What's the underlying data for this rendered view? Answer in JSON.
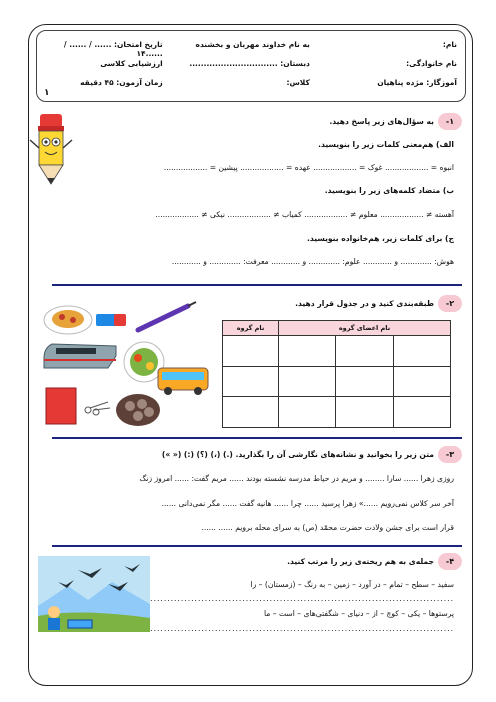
{
  "header": {
    "name_label": "نام:",
    "basmala": "به نام خداوند مهربان و بخشنده",
    "exam_date": "تاریخ امتحان: ...... / ...... / ......۱۴",
    "family_label": "نام خانوادگی:",
    "school_label": "دبستان: ...............................",
    "eval_type": "ارزشیابی کلاسی",
    "teacher": "آموزگار: مژده پناهیان",
    "class_label": "کلاس:",
    "duration": "زمان آزمون: ۴۵ دقیقه",
    "page_number": "۱"
  },
  "q1": {
    "number": "۱-",
    "title": "به سؤال‌های زیر پاسخ دهید.",
    "part_a_title": "الف) هم‌معنی کلمات زیر را بنویسید.",
    "part_a_line": "انبوه = ..................    غوک = ..................    عهده = ..................    پیشین = ..................",
    "part_b_title": "ب) متضاد کلمه‌های زیر را بنویسید.",
    "part_b_line": "آهسته ≠ ..................  معلوم ≠ ..................  کمیاب ≠ ..................  نیکی ≠ ..................",
    "part_c_title": "ج) برای کلمات زیر، هم‌خانواده بنویسید.",
    "part_c_line": "هوش: ............. و ............      علوم: ............. و ............      معرفت: ............. و ............"
  },
  "q2": {
    "number": "۲-",
    "title": "طبقه‌بندی کنید و در جدول قرار دهید.",
    "col_group_name": "نام گروه",
    "col_group_members": "نام اعضای گروه"
  },
  "q3": {
    "number": "۳-",
    "title": "متن زیر را بخوانید و نشانه‌های نگارشی آن را بگذارید. (.) (،) (؟) (:) (« »)",
    "line1": "روزی زهرا ...... سارا ........ و مریم در حیاط مدرسه نشسته بودند ...... مریم گفت: ...... امروز زنگ",
    "line2": "آخر سر کلاس نمی‌رویم ......» زهرا پرسید ...... چرا ...... هانیه گفت ...... مگر نمی‌دانی ......",
    "line3": "قرار است برای جشن ولادت حضرت محمّد (ص) به سرای محله برویم ...... ......"
  },
  "q4": {
    "number": "۴-",
    "title": "جمله‌ی به هم ریخته‌ی زیر را مرتب کنید.",
    "line1": "سفید – سطح – تمام – در آورد – زمین – به رنگ – (زمستان) – را",
    "line2": "پرستوها – یکی – کوچ – از – دنیای – شگفتی‌های – است – ما"
  },
  "colors": {
    "accent": "#1a237e",
    "badge": "#f7c9d2"
  }
}
